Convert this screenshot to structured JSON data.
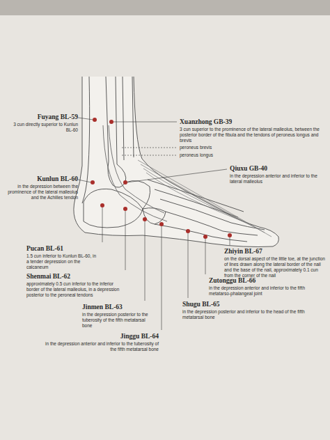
{
  "diagram": {
    "labels": [
      "Fuyang BL-59",
      "3 cun directly superior to Kunlun BL-60",
      "Xuanzhong GB-39",
      "3 cun superior to the prominence of the lateral malleolus, between the posterior border of the fibula and the tendons of peroneus longus and brevis",
      "peroneus brevis",
      "peroneus longus",
      "Kunlun BL-60",
      "in the depression between the prominence of the lateral malleolus and the Achilles tendon",
      "Qiuxu GB-40",
      "in the depression anterior and inferior to the lateral malleolus",
      "Pucan BL-61",
      "1.5 cun inferior to Kunlun BL-60, in a tender depression on the calcaneum",
      "Shenmai BL-62",
      "approximately 0.5 cun inferior to the inferior border of the lateral malleolus, in a depression posterior to the peroneal tendons",
      "Jinmen BL-63",
      "in the depression posterior to the tuberosity of the fifth metatarsal bone",
      "Jinggu BL-64",
      "in the depression anterior and inferior to the tuberosity of the fifth metatarsal bone",
      "Zhiyin BL-67",
      "on the dorsal aspect of the little toe, at the junction of lines drawn along the lateral border of the nail and the base of the nail, approximately 0.1 cun from the corner of the nail",
      "Zutonggu BL-66",
      "in the depression anterior and inferior to the fifth metatarso-phalangeal joint",
      "Shugu BL-65",
      "in the depression posterior and inferior to the head of the fifth metatarsal bone"
    ]
  }
}
